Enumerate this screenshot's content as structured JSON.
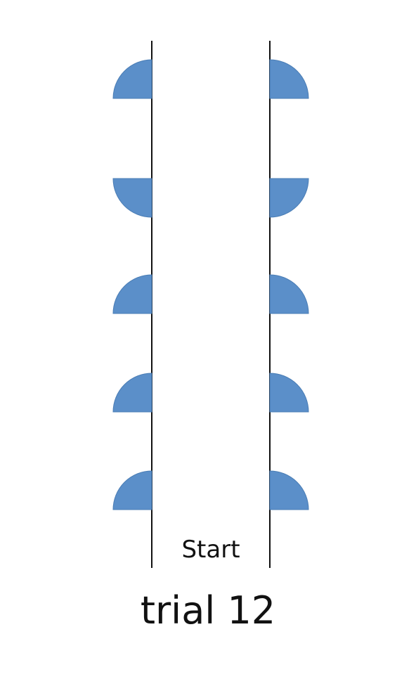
{
  "start_label": "Start",
  "trial_label": "trial 12",
  "colors": {
    "shape_fill": "#5b8fc9",
    "shape_stroke": "#4a7db5",
    "line": "#111111",
    "background": "#ffffff"
  },
  "rows": [
    {
      "left": "up",
      "right": "up"
    },
    {
      "left": "down",
      "right": "down"
    },
    {
      "left": "up",
      "right": "up"
    },
    {
      "left": "up",
      "right": "up"
    },
    {
      "left": "up",
      "right": "up"
    }
  ]
}
